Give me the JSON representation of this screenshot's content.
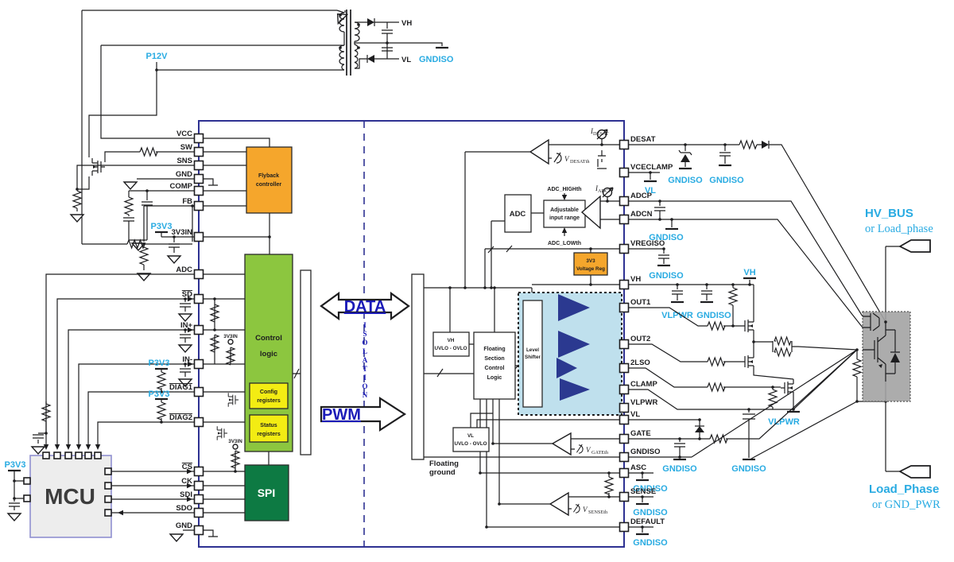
{
  "labels": {
    "p12v": "P12V",
    "p3v3": "P3V3",
    "vh": "VH",
    "vl": "VL",
    "gndiso": "GNDISO",
    "vlpwr": "VLPWR",
    "v3v3in": "3V3IN"
  },
  "left_pins": {
    "vcc": "VCC",
    "sw": "SW",
    "sns": "SNS",
    "gnd": "GND",
    "comp": "COMP",
    "fb": "FB",
    "v3v3in": "3V3IN",
    "adc": "ADC",
    "sd": "SD",
    "in_p": "IN+",
    "in_n": "IN-",
    "diag1": "DIAG1",
    "diag2": "DIAG2",
    "cs": "CS",
    "ck": "CK",
    "sdi": "SDI",
    "sdo": "SDO",
    "gnd2": "GND"
  },
  "right_pins": {
    "desat": "DESAT",
    "vceclamp": "VCECLAMP",
    "adcp": "ADCP",
    "adcn": "ADCN",
    "vregiso": "VREGISO",
    "vh": "VH",
    "out1": "OUT1",
    "out2": "OUT2",
    "lso2": "2LSO",
    "clamp": "CLAMP",
    "vlpwr": "VLPWR",
    "vl": "VL",
    "gate": "GATE",
    "gndiso": "GNDISO",
    "asc": "ASC",
    "sense": "SENSE",
    "default": "DEFAULT"
  },
  "blocks": {
    "flyback": [
      "Flyback",
      "controller"
    ],
    "control": [
      "Control",
      "logic"
    ],
    "config": [
      "Config",
      "registers"
    ],
    "status": [
      "Status",
      "registers"
    ],
    "spi": "SPI",
    "mcu": "MCU",
    "adc": "ADC",
    "adj": [
      "Adjustable",
      "input range"
    ],
    "vreg": [
      "3V3",
      "Voltage Reg"
    ],
    "vh_uvlo": [
      "VH",
      "UVLO - OVLO"
    ],
    "vl_uvlo": [
      "VL",
      "UVLO - OVLO"
    ],
    "fscl": [
      "Floating",
      "Section",
      "Control",
      "Logic"
    ],
    "level_shifter": [
      "Level",
      "Shifter"
    ],
    "floating_ground": [
      "Floating",
      "ground"
    ]
  },
  "isolation": {
    "data": "DATA",
    "pwm": "PWM",
    "letters": [
      "I",
      "S",
      "O",
      "L",
      "A",
      "T",
      "I",
      "O",
      "N"
    ]
  },
  "thresholds": {
    "idesat_base": "I",
    "idesat_sub": "DESAT",
    "vdesat_base": "V",
    "vdesat_sub": "DESATth",
    "iadcp_base": "I",
    "iadcp_sub": "ADCP",
    "adc_high": "ADC_HIGHth",
    "adc_low": "ADC_LOWth",
    "vgate_base": "V",
    "vgate_sub": "GATEth",
    "vsense_base": "V",
    "vsense_sub": "SENSEth"
  },
  "bus": {
    "hv_bus": "HV_BUS",
    "hv_bus_alt": "or Load_phase",
    "load_phase": "Load_Phase",
    "load_phase_alt": "or GND_PWR"
  },
  "colors": {
    "cyan": "#29abe2",
    "chip_border": "#2e3192",
    "orange": "#f5a62c",
    "green": "#8cc63f",
    "yellow": "#f3ec13",
    "dark_green": "#0d7a43",
    "level_shifter_bg": "#bfe0ed",
    "buffer_navy": "#2b3990",
    "module_gray": "#a3a3a3"
  }
}
